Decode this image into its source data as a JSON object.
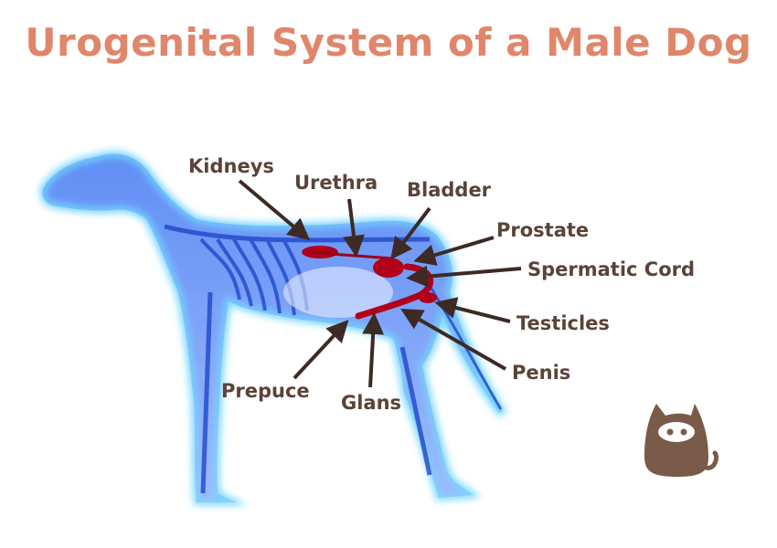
{
  "title": "Urogenital System of a Male Dog",
  "labels": {
    "kidneys": "Kidneys",
    "urethra": "Urethra",
    "bladder": "Bladder",
    "prostate": "Prostate",
    "spermatic_cord": "Spermatic Cord",
    "testicles": "Testicles",
    "penis": "Penis",
    "glans": "Glans",
    "prepuce": "Prepuce"
  },
  "colors": {
    "title": "#e0866a",
    "label": "#5b4337",
    "arrow": "#3d2a24",
    "organ": "#b0001a",
    "body": "#3a6cf0",
    "glow": "#6fd8ff",
    "logo": "#7a5a48"
  }
}
